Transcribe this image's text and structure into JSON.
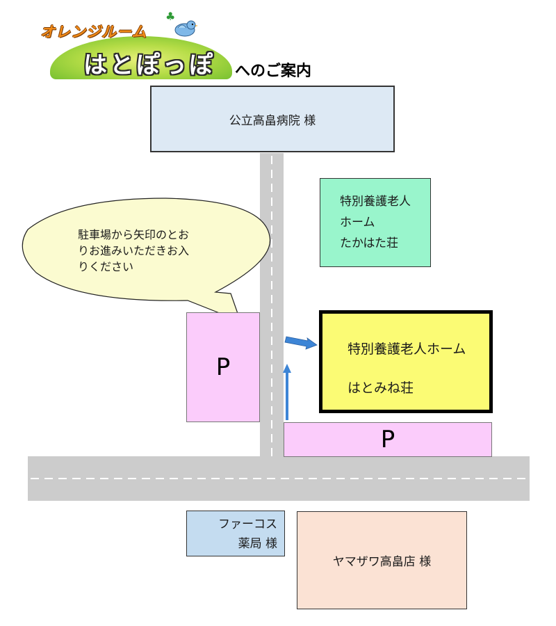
{
  "header": {
    "logo_line1": "オレンジルーム",
    "logo_line2": "はとぽっぽ",
    "subtitle": "へのご案内"
  },
  "buildings": {
    "hospital": "公立高畠病院 様",
    "takahata": [
      "特別養護老人",
      "ホーム",
      "たかはた荘"
    ],
    "hatomine": [
      "特別養護老人ホーム",
      "はとみね荘"
    ],
    "pharmacy": [
      "ファーコス",
      "薬局 様"
    ],
    "yamazawa": "ヤマザワ高畠店 様"
  },
  "parking": {
    "left": "P",
    "bottom": "P"
  },
  "bubble": [
    "駐車場から矢印のとお",
    "りお進みいただきお入",
    "りください"
  ],
  "colors": {
    "road": "#cccccc",
    "hospital": "#dde9f4",
    "takahata": "#99f5cc",
    "hatomine": "#fbfb74",
    "parking": "#fbccfb",
    "pharmacy": "#c4dcf0",
    "yamazawa": "#fbe2d4",
    "arrow": "#3d85d6",
    "bubble": "#fbfbd0"
  },
  "icons": [
    "clover-icon",
    "bird-icon",
    "arrow-right-icon",
    "arrow-up-icon"
  ]
}
